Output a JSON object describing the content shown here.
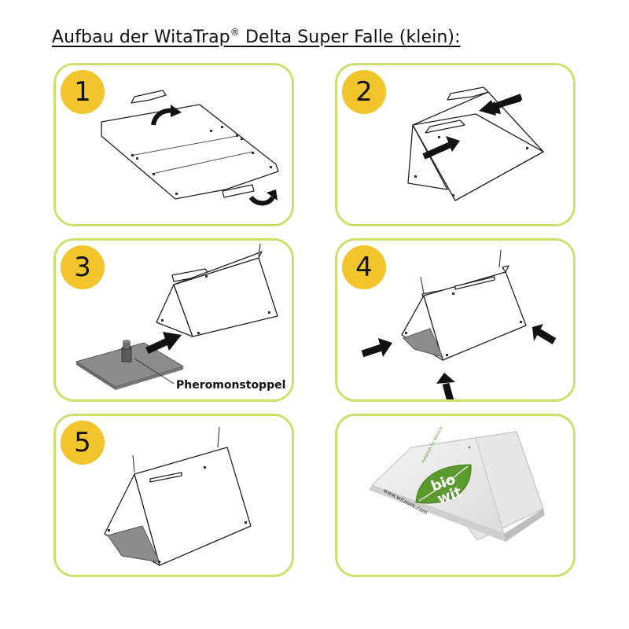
{
  "title": {
    "prefix": "Aufbau der WitaTrap",
    "registered": "®",
    "suffix": " Delta Super Falle (klein):"
  },
  "steps": [
    {
      "number": "1"
    },
    {
      "number": "2"
    },
    {
      "number": "3",
      "callout": "Pheromonstoppel"
    },
    {
      "number": "4"
    },
    {
      "number": "5"
    }
  ],
  "product": {
    "brand_line1": "bio",
    "brand_line2": "wit",
    "website": "www.witasek.com",
    "tagline": "natürlich für Mensch"
  },
  "colors": {
    "panel_border": "#cfdf6f",
    "badge_fill": "#f2c52c",
    "brand_green": "#5a9a2e",
    "arrow": "#111111"
  }
}
